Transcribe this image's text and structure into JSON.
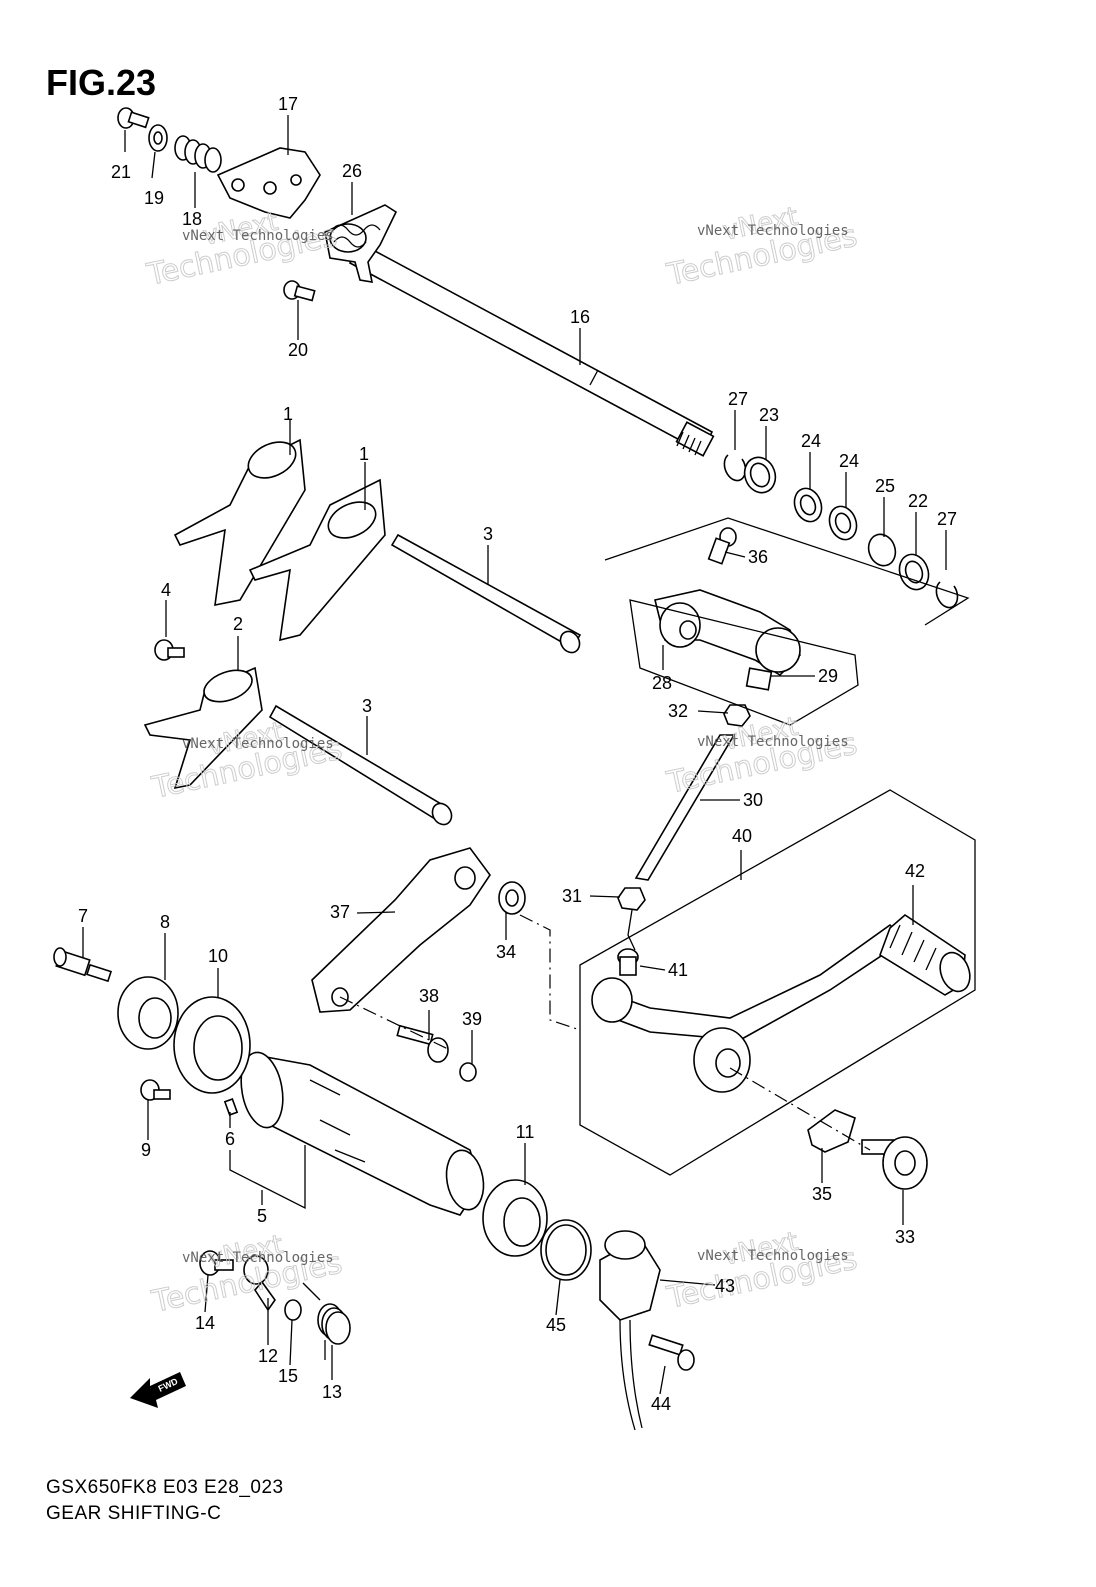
{
  "figure": {
    "title": "FIG.23",
    "model_code": "GSX650FK8 E03 E28_023",
    "section_name": "GEAR SHIFTING-C",
    "fwd_label": "FWD"
  },
  "watermark": {
    "line1": "vNext Technologies",
    "line2": "Technologies",
    "line3": "vNext"
  },
  "callouts": [
    "1",
    "1",
    "2",
    "3",
    "3",
    "4",
    "5",
    "6",
    "7",
    "8",
    "9",
    "10",
    "11",
    "12",
    "13",
    "14",
    "15",
    "16",
    "17",
    "18",
    "19",
    "20",
    "21",
    "22",
    "23",
    "24",
    "24",
    "25",
    "26",
    "27",
    "27",
    "28",
    "29",
    "30",
    "31",
    "32",
    "33",
    "34",
    "35",
    "36",
    "37",
    "38",
    "39",
    "40",
    "41",
    "42",
    "43",
    "44",
    "45"
  ]
}
